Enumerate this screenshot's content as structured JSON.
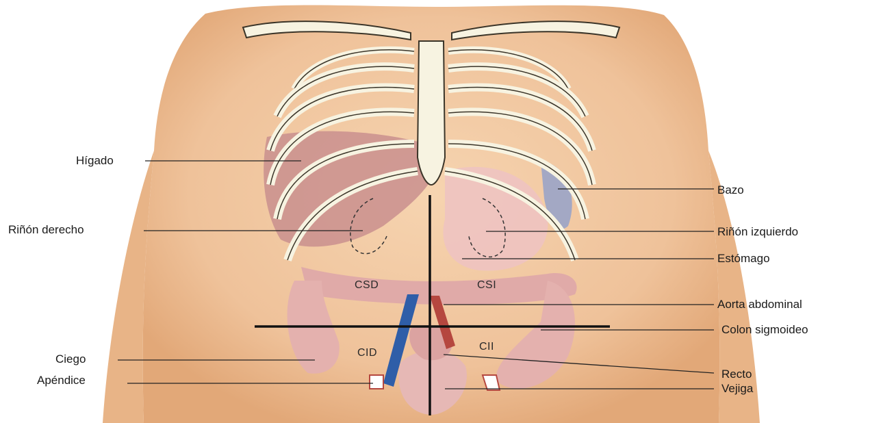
{
  "labels": {
    "higado": "Hígado",
    "rinon_derecho": "Riñón derecho",
    "ciego": "Ciego",
    "apendice": "Apéndice",
    "bazo": "Bazo",
    "rinon_izquierdo": "Riñón izquierdo",
    "estomago": "Estómago",
    "aorta_abdominal": "Aorta abdominal",
    "colon_sigmoideo": "Colon sigmoideo",
    "recto": "Recto",
    "vejiga": "Vejiga"
  },
  "quadrants": {
    "csd": "CSD",
    "csi": "CSI",
    "cid": "CID",
    "cii": "CII"
  },
  "colors": {
    "skin": "#f1c79f",
    "skin_shadow": "#e3aa7c",
    "bone": "#f7f3e1",
    "bone_outline": "#3a3428",
    "organ": "#d9a3a0",
    "organ_light": "#efc9c7",
    "spleen": "#9aa4c8",
    "vein": "#2f5ea8",
    "artery": "#b5473f",
    "line": "#111111"
  }
}
